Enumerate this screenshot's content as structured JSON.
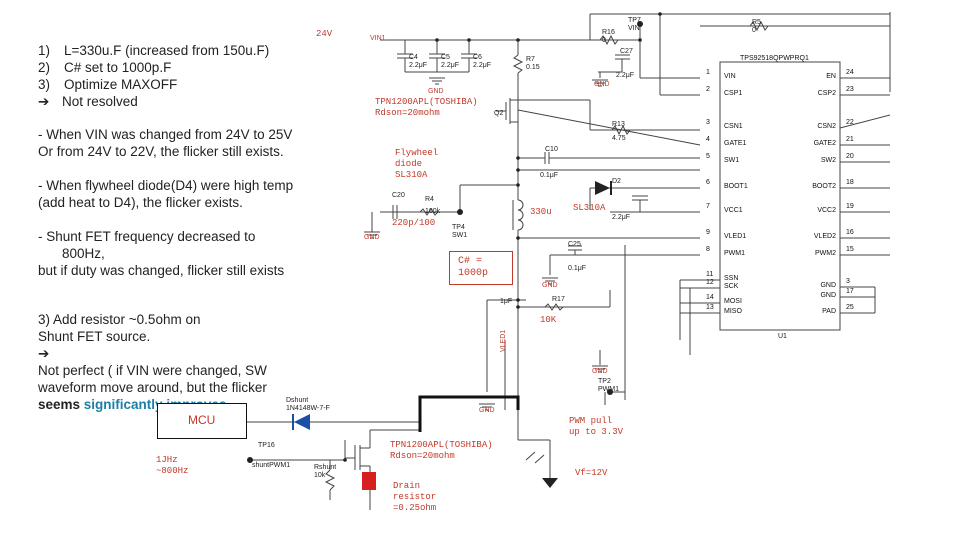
{
  "notes": {
    "list": [
      {
        "num": "1)",
        "text": "L=330u.F (increased from 150u.F)"
      },
      {
        "num": "2)",
        "text": "C# set to 1000p.F"
      },
      {
        "num": "3)",
        "text": "Optimize MAXOFF"
      },
      {
        "num": "➔",
        "text": "Not resolved"
      }
    ],
    "vin_change": [
      "- When VIN was changed from 24V to 25V",
      "Or from 24V to 22V, the flicker still exists."
    ],
    "flywheel": [
      "- When flywheel diode(D4) were high temp",
      "(add heat to D4), the flicker exists."
    ],
    "shunt_freq": [
      "-   Shunt FET frequency decreased to",
      "800Hz,",
      "but if duty was changed, flicker still exists"
    ],
    "resistor": [
      "3) Add resistor ~0.5ohm on",
      "Shunt FET source.",
      "➔",
      "Not perfect ( if VIN were changed, SW",
      "waveform move around, but the flicker"
    ],
    "resistor_last_a": "seems ",
    "resistor_last_b": "significantly improves",
    "resistor_last_c": "."
  },
  "annotations": {
    "v24": "24V",
    "fet_top": [
      "TPN1200APL(TOSHIBA)",
      "Rdson=20mohm"
    ],
    "flywheel": [
      "Flywheel",
      "diode",
      "SL310A"
    ],
    "inductor": "330u",
    "diode": "SL310A",
    "cap": "220p/100",
    "csharp": [
      "C# =",
      "1000p"
    ],
    "r10k": "10K",
    "pwm_pull": [
      "PWM pull",
      "up to 3.3V"
    ],
    "fet_bottom": [
      "TPN1200APL(TOSHIBA)",
      "Rdson=20mohm"
    ],
    "freq": [
      "1JHz",
      "~800Hz"
    ],
    "vf": "Vf=12V",
    "drain": [
      "Drain",
      "resistor",
      "=0.25ohm"
    ],
    "mcu": "MCU"
  },
  "schematic": {
    "vin": "VIN1",
    "c4": [
      "C4",
      "2.2μF"
    ],
    "c5": [
      "C5",
      "2.2μF"
    ],
    "c6": [
      "C6",
      "2.2μF"
    ],
    "r7": [
      "R7",
      "0.15"
    ],
    "q2": "Q2",
    "r16": [
      "R16",
      "0"
    ],
    "tp7": [
      "TP7",
      "VIN"
    ],
    "c27": [
      "C27",
      "2.2μF"
    ],
    "gnd": "GND",
    "r5": [
      "R5",
      "0"
    ],
    "r13": [
      "R13",
      "4.75"
    ],
    "c10": [
      "C10",
      "0.1μF"
    ],
    "c20": "C20",
    "r4": [
      "R4",
      "100k"
    ],
    "tp4": [
      "TP4",
      "SW1"
    ],
    "d2": "D2",
    "cap_val": "2.2μF",
    "c25": [
      "C25",
      "0.1μF"
    ],
    "r17": "R17",
    "cap_1u": "1μF",
    "vled": "VLED1",
    "tp2": [
      "TP2",
      "PWM1"
    ],
    "dshunt": [
      "Dshunt",
      "1N4148W-7-F"
    ],
    "tp16": [
      "TP16",
      "shuntPWM1"
    ],
    "rshunt": [
      "Rshunt",
      "10k"
    ],
    "chip_name": "TPS92518QPWPRQ1",
    "chip_id": "U1",
    "left_pins": [
      {
        "num": "1",
        "name": "VIN"
      },
      {
        "num": "2",
        "name": "CSP1"
      },
      {
        "num": "3",
        "name": "CSN1"
      },
      {
        "num": "4",
        "name": "GATE1"
      },
      {
        "num": "5",
        "name": "SW1"
      },
      {
        "num": "6",
        "name": "BOOT1"
      },
      {
        "num": "7",
        "name": "VCC1"
      },
      {
        "num": "9",
        "name": "VLED1"
      },
      {
        "num": "8",
        "name": "PWM1"
      },
      {
        "num": "11",
        "name": "SSN"
      },
      {
        "num": "12",
        "name": "SCK"
      },
      {
        "num": "14",
        "name": "MOSI"
      },
      {
        "num": "13",
        "name": "MISO"
      }
    ],
    "right_pins": [
      {
        "num": "24",
        "name": "EN"
      },
      {
        "num": "23",
        "name": "CSP2"
      },
      {
        "num": "22",
        "name": "CSN2"
      },
      {
        "num": "21",
        "name": "GATE2"
      },
      {
        "num": "20",
        "name": "SW2"
      },
      {
        "num": "18",
        "name": "BOOT2"
      },
      {
        "num": "19",
        "name": "VCC2"
      },
      {
        "num": "16",
        "name": "VLED2"
      },
      {
        "num": "15",
        "name": "PWM2"
      },
      {
        "num": "3",
        "name": "GND"
      },
      {
        "num": "17",
        "name": "GND"
      },
      {
        "num": "25",
        "name": "PAD"
      }
    ]
  }
}
